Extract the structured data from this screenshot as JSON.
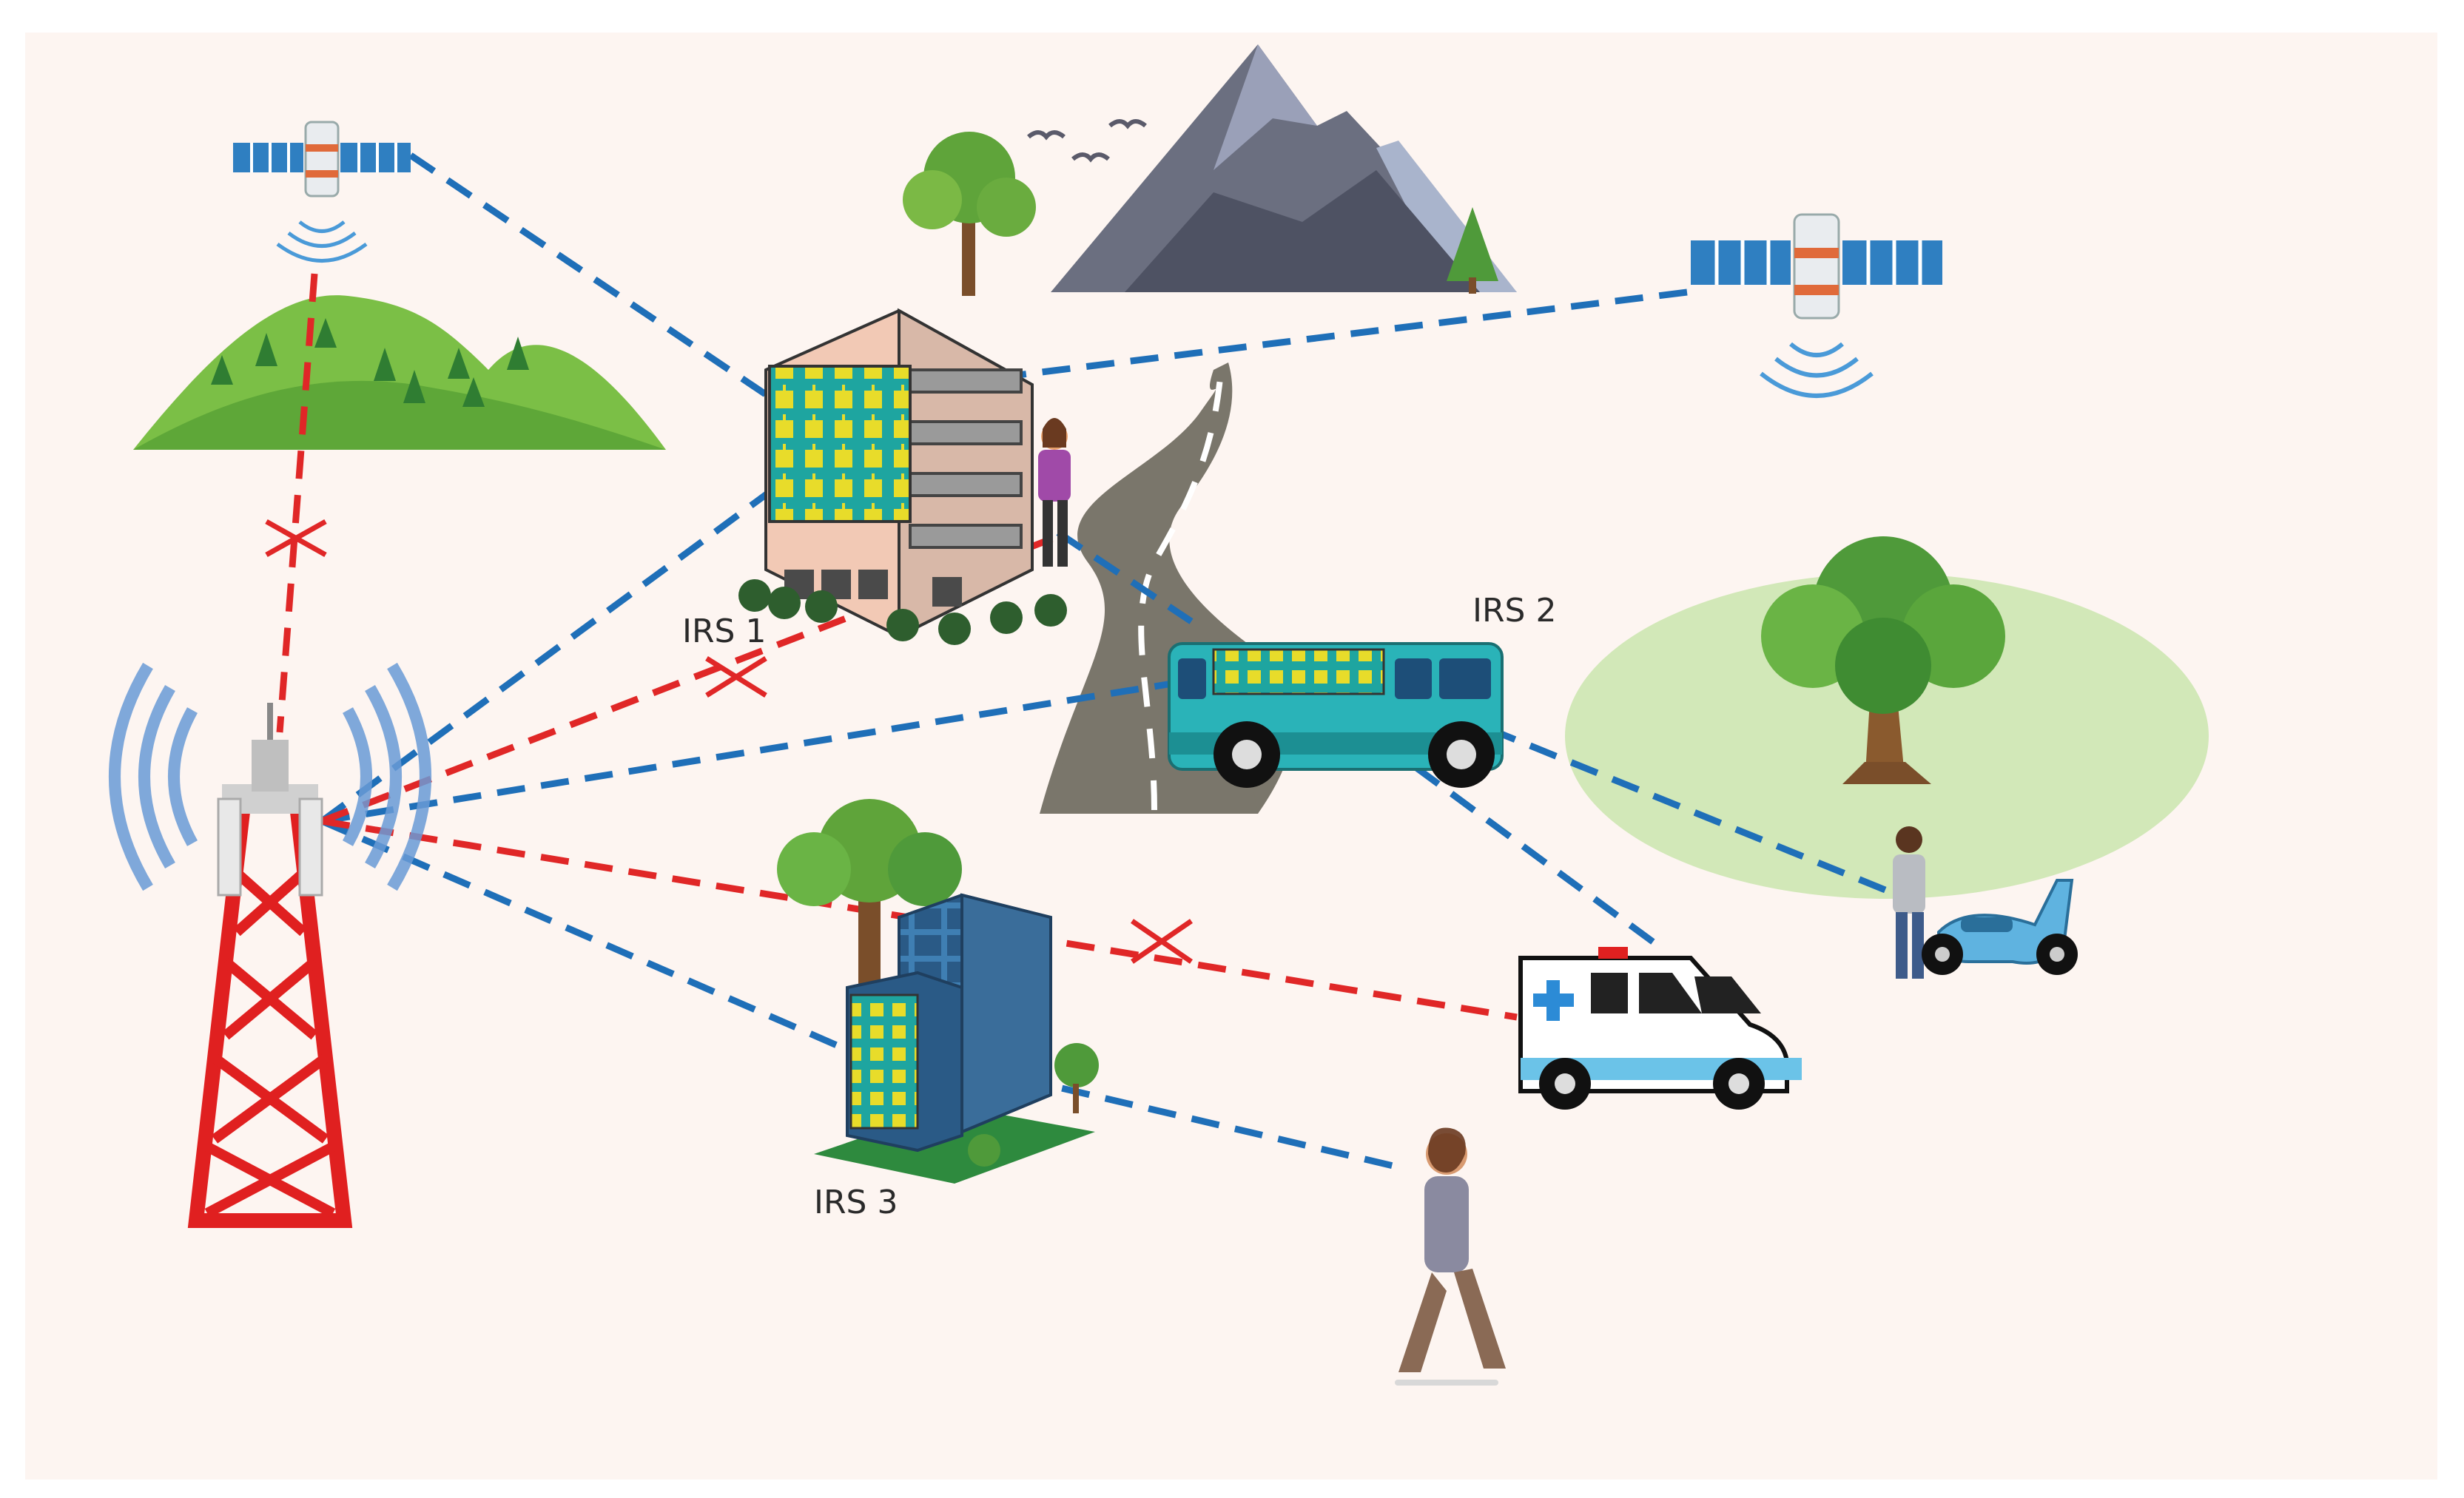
{
  "colors": {
    "background": "#fdf5f1",
    "los_link": "#1f6fb8",
    "blocked_link": "#e02727",
    "irs_panel": "#1ea5a0",
    "irs_element": "#e8dc2a",
    "tower_red": "#e02020",
    "grass_field": "#d2e8b8"
  },
  "labels": {
    "irs1": "IRS 1",
    "irs2": "IRS 2",
    "irs3": "IRS 3"
  },
  "icons": [
    "satellite-icon",
    "cell-tower-icon",
    "building-icon",
    "bus-icon",
    "ambulance-icon",
    "scooter-icon",
    "person-icon",
    "tree-icon",
    "mountain-icon",
    "hill-icon",
    "road-icon",
    "blocked-x-icon"
  ]
}
